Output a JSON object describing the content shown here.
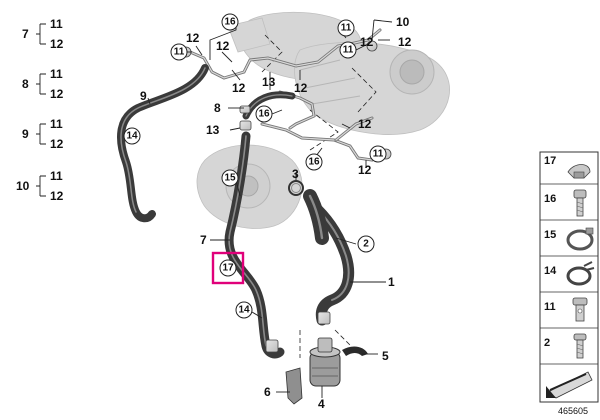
{
  "diagram_id": "465605",
  "left_groups": [
    {
      "main": "7",
      "subs": [
        "11",
        "12"
      ]
    },
    {
      "main": "8",
      "subs": [
        "11",
        "12"
      ]
    },
    {
      "main": "9",
      "subs": [
        "11",
        "12"
      ]
    },
    {
      "main": "10",
      "subs": [
        "11",
        "12"
      ]
    }
  ],
  "callouts": {
    "c16a": "16",
    "c11a": "11",
    "c12a": "12",
    "c12b": "12",
    "c11b": "11",
    "c10": "10",
    "c12c": "12",
    "c11c": "11",
    "c12d": "12",
    "c13a": "13",
    "c12e": "12",
    "c12f": "12",
    "c9": "9",
    "c8": "8",
    "c16b": "16",
    "c13b": "13",
    "c12g": "12",
    "c11d": "11",
    "c16c": "16",
    "c12h": "12",
    "c14a": "14",
    "c3": "3",
    "c15": "15",
    "c2": "2",
    "c7": "7",
    "c17": "17",
    "c1": "1",
    "c14b": "14",
    "c5": "5",
    "c6": "6",
    "c4": "4"
  },
  "legend": [
    {
      "num": "17",
      "icon": "clip-icon"
    },
    {
      "num": "16",
      "icon": "bolt-icon"
    },
    {
      "num": "15",
      "icon": "hose-clamp-icon"
    },
    {
      "num": "14",
      "icon": "spring-clamp-icon"
    },
    {
      "num": "11",
      "icon": "hollow-bolt-icon"
    },
    {
      "num": "2",
      "icon": "screw-icon"
    }
  ],
  "highlight_color": "#e0007a"
}
